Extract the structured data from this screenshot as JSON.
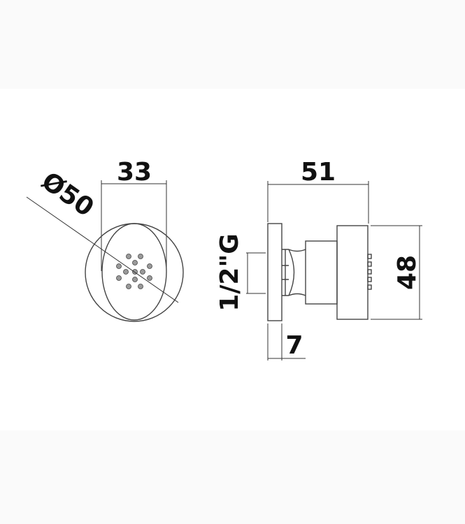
{
  "drawing": {
    "front_view": {
      "width_dimension": "33",
      "diameter_dimension": "Ø50",
      "nozzle_count": 13
    },
    "side_view": {
      "depth_dimension": "51",
      "height_dimension": "48",
      "thread_dimension": "1/2\"G",
      "flange_dimension": "7",
      "nozzle_rows_visible": 5
    },
    "colors": {
      "line": "#333333",
      "text": "#111111",
      "band": "#fafafa"
    }
  }
}
